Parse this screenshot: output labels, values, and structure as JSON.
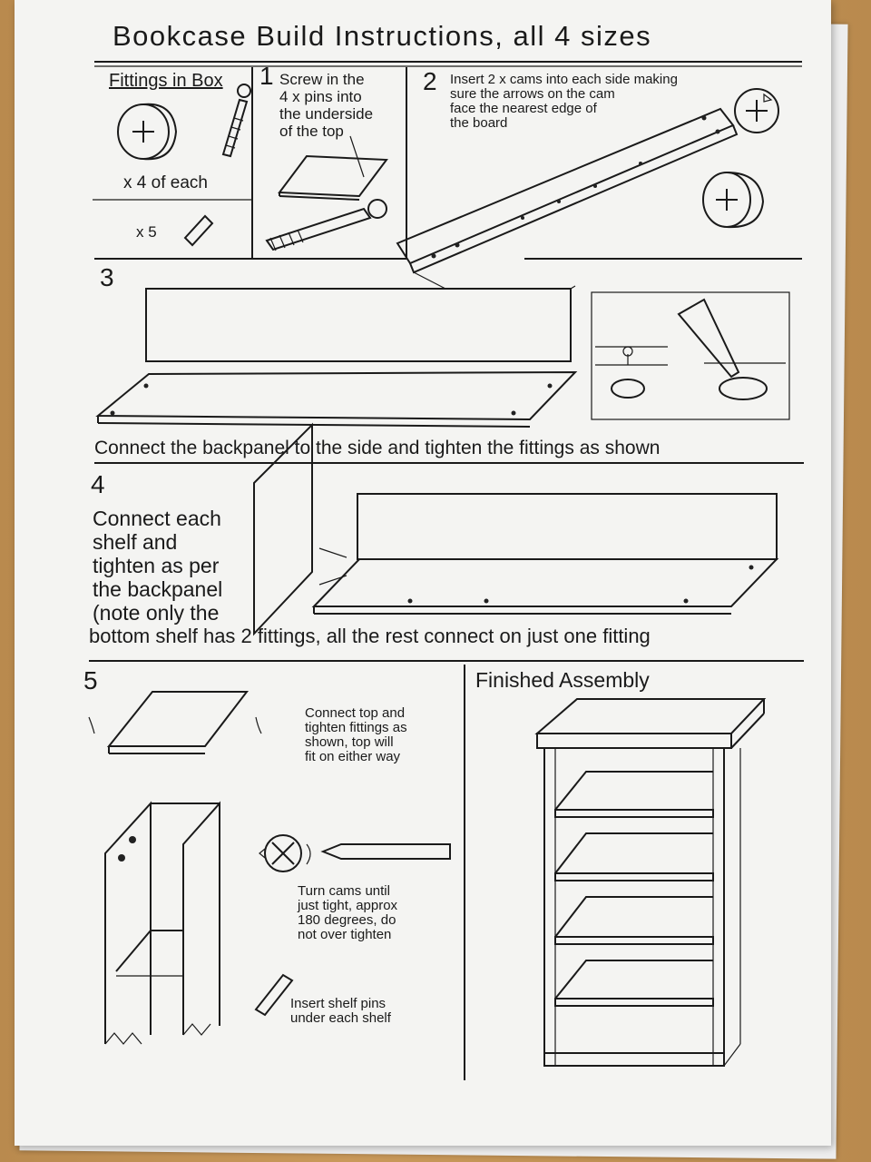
{
  "document": {
    "title": "Bookcase Build Instructions, all 4 sizes",
    "fittings": {
      "heading": "Fittings in Box",
      "qty_cams": "x 4 of each",
      "qty_pins": "x 5"
    },
    "steps": [
      {
        "number": "1",
        "text": "Screw in the\n4 x pins into\nthe underside\nof the top"
      },
      {
        "number": "2",
        "text": "Insert 2 x cams into each side making\nsure the arrows on the cam\nface the nearest edge of\nthe board"
      },
      {
        "number": "3",
        "text": "Connect the backpanel to the side and  tighten the fittings as shown"
      },
      {
        "number": "4",
        "text": "Connect each\nshelf and\ntighten as per\nthe backpanel\n(note only the",
        "text_cont": "bottom shelf has 2 fittings, all the rest connect on just one fitting"
      },
      {
        "number": "5",
        "text": "Connect top and\ntighten fittings as\nshown, top will\nfit on either way",
        "cam_note": "Turn cams until\njust tight, approx\n180 degrees, do\nnot over tighten",
        "pin_note": "Insert shelf pins\nunder each shelf"
      }
    ],
    "finished": {
      "heading": "Finished Assembly"
    }
  }
}
